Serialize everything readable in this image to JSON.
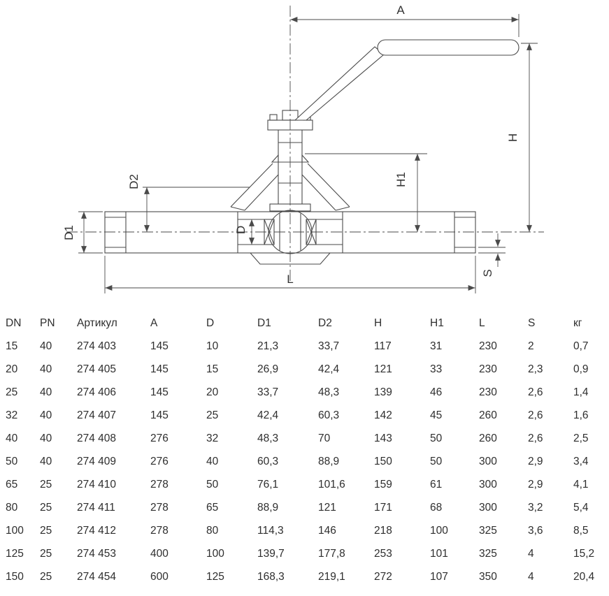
{
  "drawing": {
    "labels": {
      "A": "A",
      "H": "H",
      "H1": "H1",
      "D": "D",
      "D1": "D1",
      "D2": "D2",
      "L": "L",
      "S": "S"
    }
  },
  "table": {
    "columns": [
      "DN",
      "PN",
      "Артикул",
      "A",
      "D",
      "D1",
      "D2",
      "H",
      "H1",
      "L",
      "S",
      "кг"
    ],
    "rows": [
      [
        "15",
        "40",
        "274 403",
        "145",
        "10",
        "21,3",
        "33,7",
        "117",
        "31",
        "230",
        "2",
        "0,7"
      ],
      [
        "20",
        "40",
        "274 405",
        "145",
        "15",
        "26,9",
        "42,4",
        "121",
        "33",
        "230",
        "2,3",
        "0,9"
      ],
      [
        "25",
        "40",
        "274 406",
        "145",
        "20",
        "33,7",
        "48,3",
        "139",
        "46",
        "230",
        "2,6",
        "1,4"
      ],
      [
        "32",
        "40",
        "274 407",
        "145",
        "25",
        "42,4",
        "60,3",
        "142",
        "45",
        "260",
        "2,6",
        "1,6"
      ],
      [
        "40",
        "40",
        "274 408",
        "276",
        "32",
        "48,3",
        "70",
        "143",
        "50",
        "260",
        "2,6",
        "2,5"
      ],
      [
        "50",
        "40",
        "274 409",
        "276",
        "40",
        "60,3",
        "88,9",
        "150",
        "50",
        "300",
        "2,9",
        "3,4"
      ],
      [
        "65",
        "25",
        "274 410",
        "278",
        "50",
        "76,1",
        "101,6",
        "159",
        "61",
        "300",
        "2,9",
        "4,1"
      ],
      [
        "80",
        "25",
        "274 411",
        "278",
        "65",
        "88,9",
        "121",
        "171",
        "68",
        "300",
        "3,2",
        "5,4"
      ],
      [
        "100",
        "25",
        "274 412",
        "278",
        "80",
        "114,3",
        "146",
        "218",
        "100",
        "325",
        "3,6",
        "8,5"
      ],
      [
        "125",
        "25",
        "274 453",
        "400",
        "100",
        "139,7",
        "177,8",
        "253",
        "101",
        "325",
        "4",
        "15,2"
      ],
      [
        "150",
        "25",
        "274 454",
        "600",
        "125",
        "168,3",
        "219,1",
        "272",
        "107",
        "350",
        "4",
        "20,4"
      ]
    ]
  },
  "colors": {
    "line": "#4a4a4a",
    "text": "#333333",
    "background": "#ffffff"
  }
}
